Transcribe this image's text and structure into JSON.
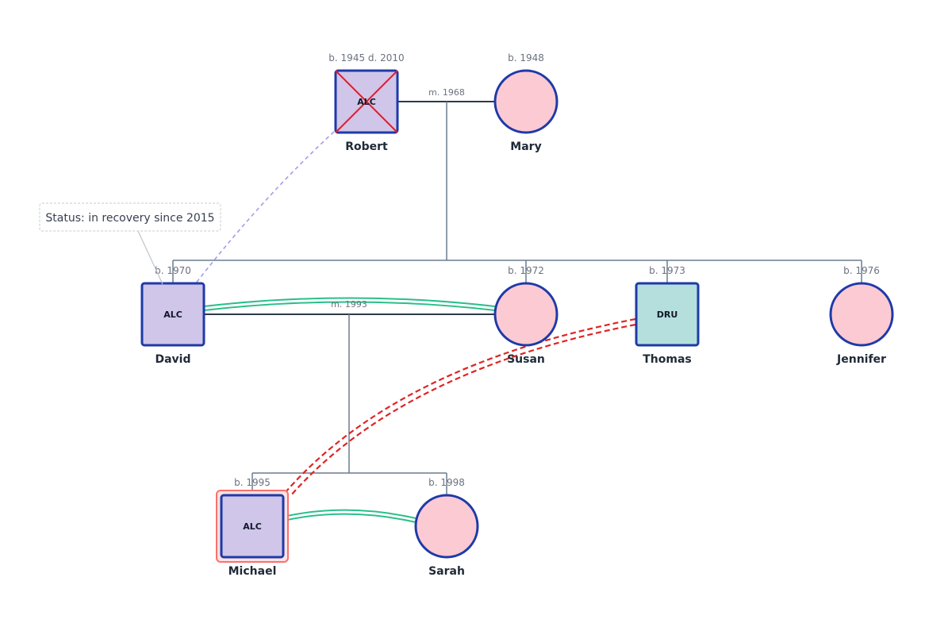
{
  "colors": {
    "node_border": "#1e3aa8",
    "male_alc_fill": "#d0c6ea",
    "male_dru_fill": "#b4dfdd",
    "female_fill": "#fccad3",
    "family_line": "#6b7b8f",
    "marriage_line": "#2d3a4a",
    "close_bond": "#2bbf8a",
    "conflict_bond": "#e02424",
    "influence_line": "#a899e8",
    "deceased_cross": "#e11d2e",
    "focus_highlight": "#f87171"
  },
  "people": {
    "robert": {
      "name": "Robert",
      "dates": "b. 1945 d. 2010",
      "code": "ALC",
      "sex": "male",
      "deceased": true
    },
    "mary": {
      "name": "Mary",
      "dates": "b. 1948",
      "sex": "female"
    },
    "david": {
      "name": "David",
      "dates": "b. 1970",
      "code": "ALC",
      "sex": "male"
    },
    "susan": {
      "name": "Susan",
      "dates": "b. 1972",
      "sex": "female"
    },
    "thomas": {
      "name": "Thomas",
      "dates": "b. 1973",
      "code": "DRU",
      "sex": "male"
    },
    "jennifer": {
      "name": "Jennifer",
      "dates": "b. 1976",
      "sex": "female"
    },
    "michael": {
      "name": "Michael",
      "dates": "b. 1995",
      "code": "ALC",
      "sex": "male",
      "highlighted": true
    },
    "sarah": {
      "name": "Sarah",
      "dates": "b. 1998",
      "sex": "female"
    }
  },
  "marriages": {
    "robert_mary": "m. 1968",
    "david_susan": "m. 1993"
  },
  "note": {
    "text": "Status: in recovery since 2015"
  }
}
